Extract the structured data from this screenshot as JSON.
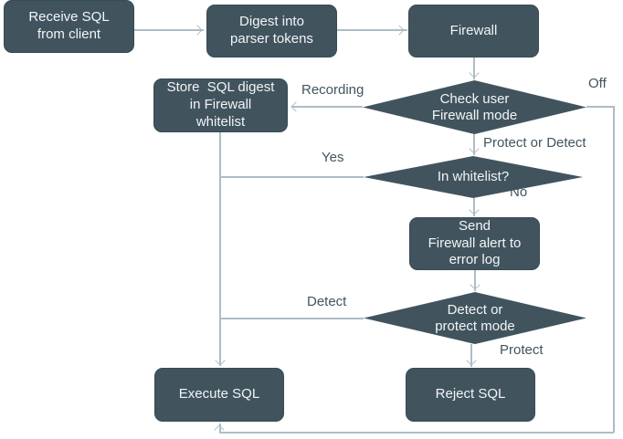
{
  "flowchart": {
    "nodes": {
      "receive_sql": {
        "label": "Receive SQL\nfrom client"
      },
      "digest_tokens": {
        "label": "Digest into\nparser tokens"
      },
      "firewall": {
        "label": "Firewall"
      },
      "store_digest": {
        "label": "Store  SQL digest\nin Firewall\nwhitelist"
      },
      "check_user_mode": {
        "label": "Check user\nFirewall mode"
      },
      "in_whitelist": {
        "label": "In whitelist?"
      },
      "send_alert": {
        "label": "Send\nFirewall alert to\nerror log"
      },
      "detect_or_protect": {
        "label": "Detect or\nprotect mode"
      },
      "execute_sql": {
        "label": "Execute SQL"
      },
      "reject_sql": {
        "label": "Reject SQL"
      }
    },
    "edge_labels": {
      "recording": "Recording",
      "off": "Off",
      "protect_or_detect": "Protect or Detect",
      "yes": "Yes",
      "no": "No",
      "detect": "Detect",
      "protect": "Protect"
    },
    "colors": {
      "node_fill": "#41545e",
      "node_text": "#f2f5f6",
      "connector": "#aebdc7",
      "label_text": "#41545f",
      "background": "#ffffff"
    }
  }
}
